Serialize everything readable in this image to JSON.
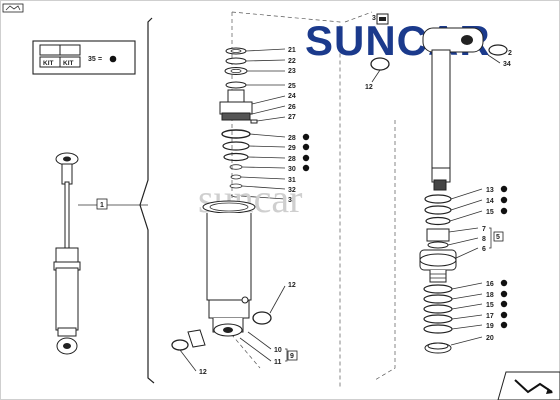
{
  "brand": {
    "logo_text": "SUNCAR",
    "watermark": "suncar"
  },
  "kit_box": {
    "tags": [
      "KIT",
      "KIT"
    ],
    "ref": "35"
  },
  "callouts": {
    "group_cylinder": "1",
    "rod_column": [
      "21",
      "22",
      "23",
      "25",
      "24",
      "26",
      "27",
      "28",
      "29",
      "28",
      "30",
      "31",
      "32",
      "33"
    ],
    "middle_12": "12",
    "middle_10": "10",
    "middle_11": "11",
    "middle_bracket": "9",
    "bottom_12": "12",
    "right_top": [
      "12",
      "3",
      "34",
      "2"
    ],
    "right_upper": [
      "13",
      "14",
      "15",
      "7",
      "8",
      "6"
    ],
    "right_bracket": "5",
    "right_lower": [
      "16",
      "18",
      "15",
      "17",
      "19",
      "20"
    ]
  }
}
